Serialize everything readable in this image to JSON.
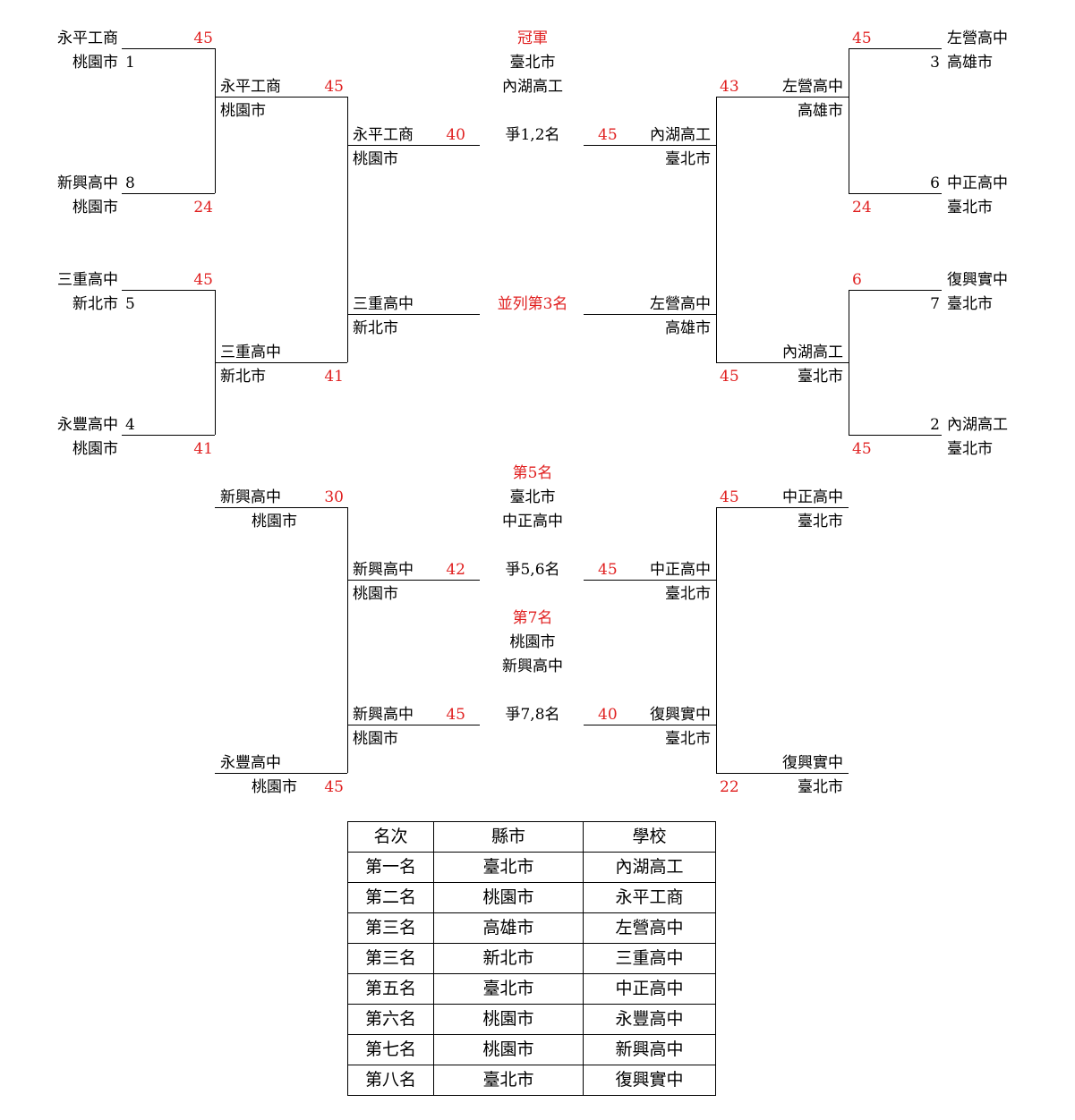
{
  "main_bracket": {
    "left": {
      "r1": [
        {
          "school": "永平工商",
          "city": "桃園市",
          "seed": "1",
          "score": "45"
        },
        {
          "school": "新興高中",
          "city": "桃園市",
          "seed": "8",
          "score": "24"
        },
        {
          "school": "三重高中",
          "city": "新北市",
          "seed": "5",
          "score": "45"
        },
        {
          "school": "永豐高中",
          "city": "桃園市",
          "seed": "4",
          "score": "41"
        }
      ],
      "r2": [
        {
          "school": "永平工商",
          "city": "桃園市",
          "score": "45"
        },
        {
          "school": "三重高中",
          "city": "新北市",
          "score": "41"
        }
      ],
      "sf": [
        {
          "school": "永平工商",
          "city": "桃園市",
          "score": "40"
        },
        {
          "school": "三重高中",
          "city": "新北市"
        }
      ]
    },
    "right": {
      "r1": [
        {
          "school": "左營高中",
          "city": "高雄市",
          "seed": "3",
          "score": "45"
        },
        {
          "school": "中正高中",
          "city": "臺北市",
          "seed": "6",
          "score": "24"
        },
        {
          "school": "復興實中",
          "city": "臺北市",
          "seed": "7",
          "score": "6"
        },
        {
          "school": "內湖高工",
          "city": "臺北市",
          "seed": "2",
          "score": "45"
        }
      ],
      "r2": [
        {
          "school": "左營高中",
          "city": "高雄市",
          "score": "43"
        },
        {
          "school": "內湖高工",
          "city": "臺北市",
          "score": "45"
        }
      ],
      "sf": [
        {
          "school": "內湖高工",
          "city": "臺北市",
          "score": "45"
        },
        {
          "school": "左營高中",
          "city": "高雄市"
        }
      ]
    },
    "champion": {
      "label": "冠軍",
      "city": "臺北市",
      "school": "內湖高工"
    },
    "final_label": "爭1,2名",
    "third_label": "並列第3名"
  },
  "placement_bracket": {
    "fifth": {
      "label": "第5名",
      "city": "臺北市",
      "school": "中正高中"
    },
    "fifth_match_label": "爭5,6名",
    "seventh": {
      "label": "第7名",
      "city": "桃園市",
      "school": "新興高中"
    },
    "seventh_match_label": "爭7,8名",
    "left_outer": [
      {
        "school": "新興高中",
        "city": "桃園市",
        "score": "30"
      },
      {
        "school": "永豐高中",
        "city": "桃園市",
        "score": "45"
      }
    ],
    "left_inner": [
      {
        "school": "新興高中",
        "city": "桃園市",
        "score": "42"
      },
      {
        "school": "新興高中",
        "city": "桃園市",
        "score": "45"
      }
    ],
    "right_outer": [
      {
        "school": "中正高中",
        "city": "臺北市",
        "score": "45"
      },
      {
        "school": "復興實中",
        "city": "臺北市",
        "score": "22"
      }
    ],
    "right_inner": [
      {
        "school": "中正高中",
        "city": "臺北市",
        "score": "45"
      },
      {
        "school": "復興實中",
        "city": "臺北市",
        "score": "40"
      }
    ]
  },
  "results_table": {
    "headers": [
      "名次",
      "縣市",
      "學校"
    ],
    "rows": [
      [
        "第一名",
        "臺北市",
        "內湖高工"
      ],
      [
        "第二名",
        "桃園市",
        "永平工商"
      ],
      [
        "第三名",
        "高雄市",
        "左營高中"
      ],
      [
        "第三名",
        "新北市",
        "三重高中"
      ],
      [
        "第五名",
        "臺北市",
        "中正高中"
      ],
      [
        "第六名",
        "桃園市",
        "永豐高中"
      ],
      [
        "第七名",
        "桃園市",
        "新興高中"
      ],
      [
        "第八名",
        "臺北市",
        "復興實中"
      ]
    ]
  },
  "colors": {
    "score": "#e02020",
    "line": "#000000"
  }
}
